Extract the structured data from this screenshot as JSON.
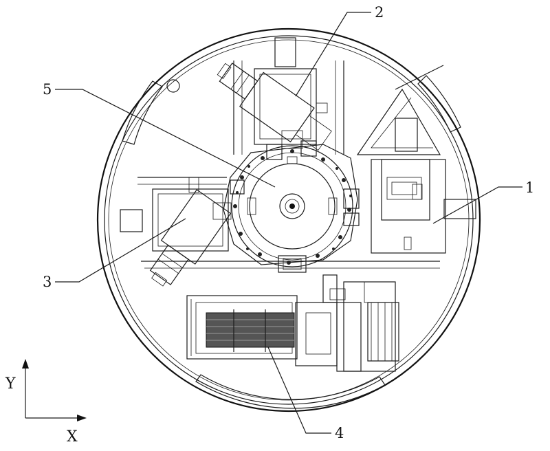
{
  "labels": {
    "l1": "1",
    "l2": "2",
    "l3": "3",
    "l4": "4",
    "l5": "5"
  },
  "axes": {
    "x": "X",
    "y": "Y"
  }
}
